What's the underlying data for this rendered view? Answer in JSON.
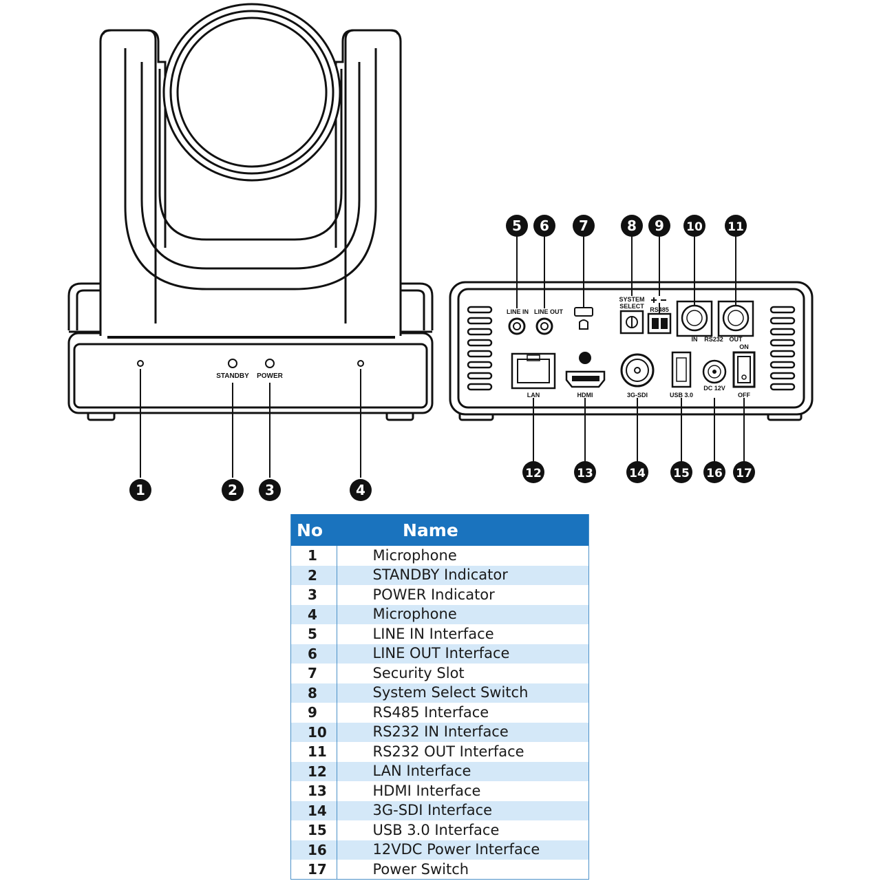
{
  "front_labels": {
    "standby": "STANDBY",
    "power": "POWER"
  },
  "rear_labels": {
    "line_in": "LINE IN",
    "line_out": "LINE OUT",
    "system_select_1": "SYSTEM",
    "system_select_2": "SELECT",
    "rs485": "RS485",
    "rs232_in": "IN",
    "rs232": "RS232",
    "rs232_out": "OUT",
    "on": "ON",
    "off": "OFF",
    "lan": "LAN",
    "hdmi": "HDMI",
    "sdi": "3G-SDI",
    "usb": "USB 3.0",
    "dc": "DC 12V"
  },
  "callouts": [
    "1",
    "2",
    "3",
    "4",
    "5",
    "6",
    "7",
    "8",
    "9",
    "10",
    "11",
    "12",
    "13",
    "14",
    "15",
    "16",
    "17"
  ],
  "table": {
    "header_no": "No",
    "header_name": "Name",
    "rows": [
      {
        "no": "1",
        "name": "Microphone"
      },
      {
        "no": "2",
        "name": "STANDBY Indicator"
      },
      {
        "no": "3",
        "name": "POWER Indicator"
      },
      {
        "no": "4",
        "name": "Microphone"
      },
      {
        "no": "5",
        "name": "LINE IN Interface"
      },
      {
        "no": "6",
        "name": "LINE OUT Interface"
      },
      {
        "no": "7",
        "name": "Security Slot"
      },
      {
        "no": "8",
        "name": "System Select Switch"
      },
      {
        "no": "9",
        "name": "RS485 Interface"
      },
      {
        "no": "10",
        "name": "RS232 IN Interface"
      },
      {
        "no": "11",
        "name": "RS232 OUT Interface"
      },
      {
        "no": "12",
        "name": "LAN Interface"
      },
      {
        "no": "13",
        "name": "HDMI Interface"
      },
      {
        "no": "14",
        "name": "3G-SDI Interface"
      },
      {
        "no": "15",
        "name": "USB 3.0 Interface"
      },
      {
        "no": "16",
        "name": "12VDC Power Interface"
      },
      {
        "no": "17",
        "name": "Power Switch"
      }
    ]
  }
}
